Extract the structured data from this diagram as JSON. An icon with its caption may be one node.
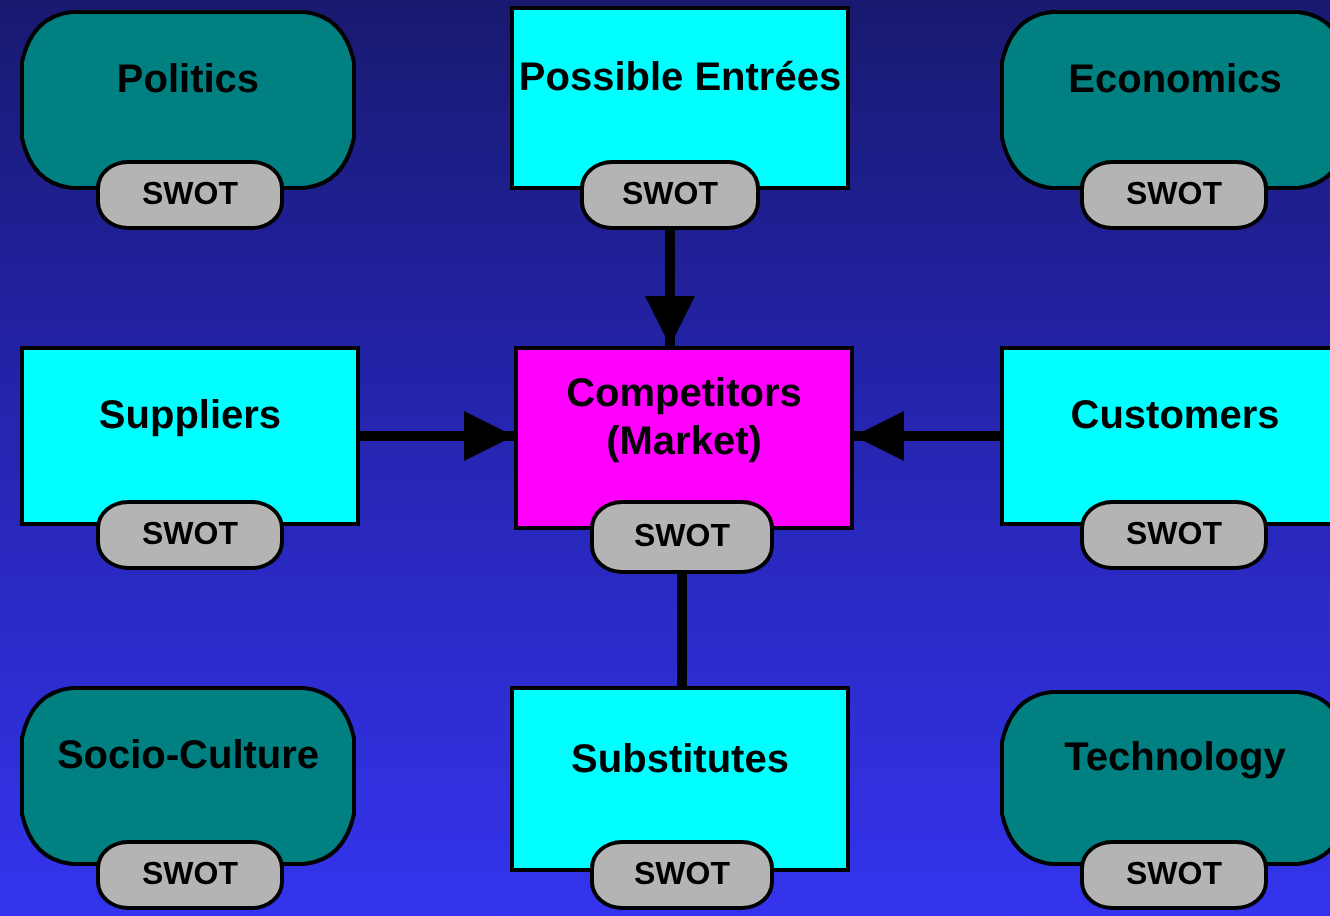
{
  "diagram": {
    "nodes": [
      {
        "text": [
          "Politics"
        ]
      },
      {
        "text": [
          "SWOT"
        ]
      },
      {
        "text": [
          "Possible Entrées"
        ]
      },
      {
        "text": [
          "SWOT"
        ]
      },
      {
        "text": [
          "Economics"
        ]
      },
      {
        "text": [
          "SWOT"
        ]
      },
      {
        "text": [
          "Suppliers"
        ]
      },
      {
        "text": [
          "SWOT"
        ]
      },
      {
        "text": [
          "Competitors (Market)"
        ]
      },
      {
        "text": [
          "SWOT"
        ]
      },
      {
        "text": [
          "Customers"
        ]
      },
      {
        "text": [
          "SWOT"
        ]
      },
      {
        "text": [
          "Socio-Culture"
        ]
      },
      {
        "text": [
          "SWOT"
        ]
      },
      {
        "text": [
          "Substitutes"
        ]
      },
      {
        "text": [
          "SWOT"
        ]
      },
      {
        "text": [
          "Technology"
        ]
      },
      {
        "text": [
          "SWOT"
        ]
      }
    ],
    "edges": [
      {
        "from": 3,
        "to": 8,
        "arrow": "to"
      },
      {
        "from": 6,
        "to": 8,
        "arrow": "to"
      },
      {
        "from": 10,
        "to": 8,
        "arrow": "to"
      },
      {
        "from": 9,
        "to": 14,
        "arrow": "none"
      }
    ]
  }
}
